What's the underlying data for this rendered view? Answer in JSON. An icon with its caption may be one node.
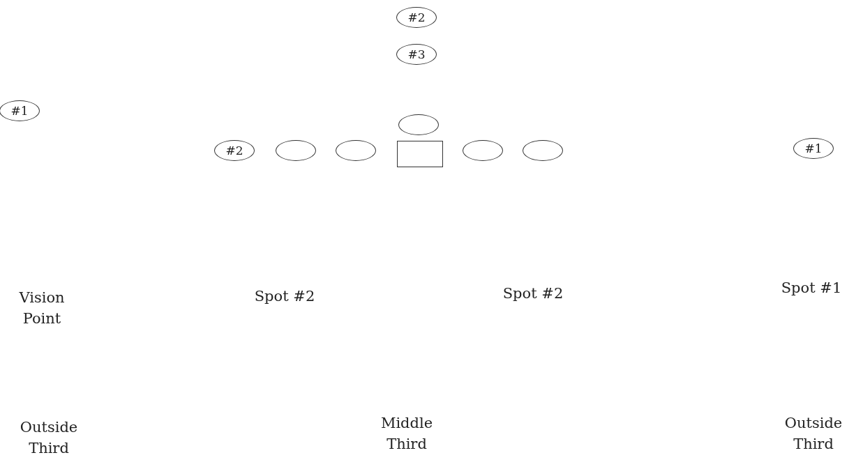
{
  "diagram": {
    "nodes": [
      {
        "text": [
          "#2"
        ]
      },
      {
        "text": [
          "#3"
        ]
      },
      {
        "text": [
          "#1"
        ]
      },
      {
        "text": [],
        "shape": "ellipse"
      },
      {
        "text": [
          "#2"
        ]
      },
      {
        "text": [],
        "shape": "ellipse"
      },
      {
        "text": [],
        "shape": "ellipse"
      },
      {
        "text": [],
        "shape": "box"
      },
      {
        "text": [],
        "shape": "ellipse"
      },
      {
        "text": [],
        "shape": "ellipse"
      },
      {
        "text": [
          "#1"
        ]
      }
    ],
    "edges": [],
    "labels": [
      "Vision Point",
      "Spot #2",
      "Spot #2",
      "Spot #1",
      "Outside Third",
      "Middle Third",
      "Outside Third"
    ]
  }
}
